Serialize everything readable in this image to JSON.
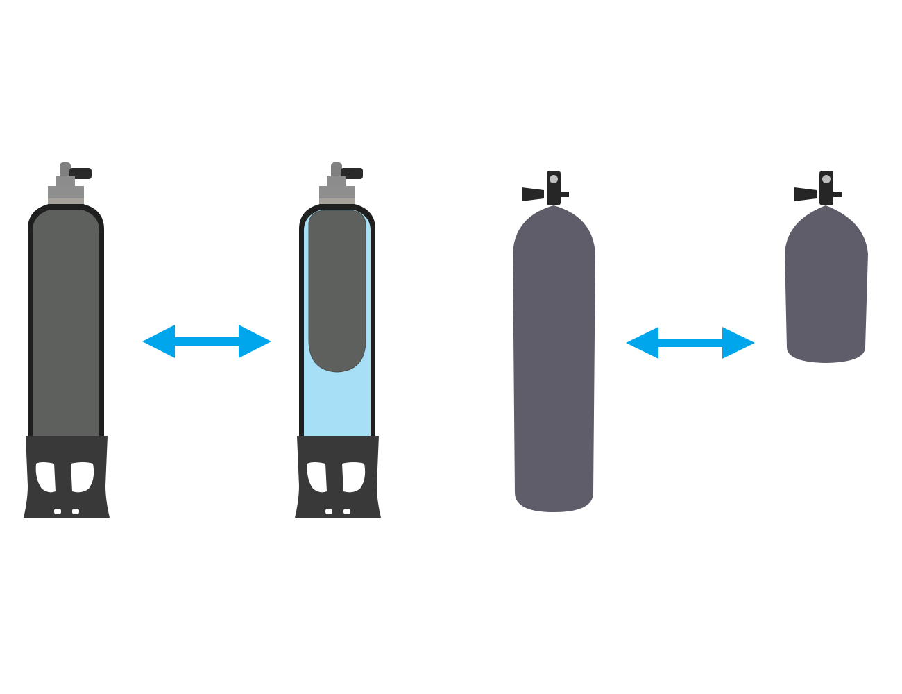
{
  "colors": {
    "background": "#ffffff",
    "tank_outline": "#1f1f1f",
    "tank_fill": "#5e605e",
    "valve_grey": "#808080",
    "valve_dark": "#2a2a2a",
    "neck_band": "#9a948e",
    "boot": "#3a3939",
    "water": "#a7dff6",
    "arrow": "#00a6ec",
    "plain_tank": "#5f5d69",
    "plain_valve": "#262626"
  },
  "figures": [
    {
      "name": "full-length-tank",
      "icon": "scuba-tank-with-boot-icon"
    },
    {
      "name": "tank-with-water-displacement",
      "icon": "scuba-tank-partially-filled-icon"
    },
    {
      "name": "tall-plain-tank",
      "icon": "gas-cylinder-icon"
    },
    {
      "name": "short-plain-tank",
      "icon": "short-gas-cylinder-icon"
    }
  ],
  "arrows": [
    {
      "name": "left-double-arrow",
      "icon": "double-headed-arrow-icon"
    },
    {
      "name": "right-double-arrow",
      "icon": "double-headed-arrow-icon"
    }
  ]
}
